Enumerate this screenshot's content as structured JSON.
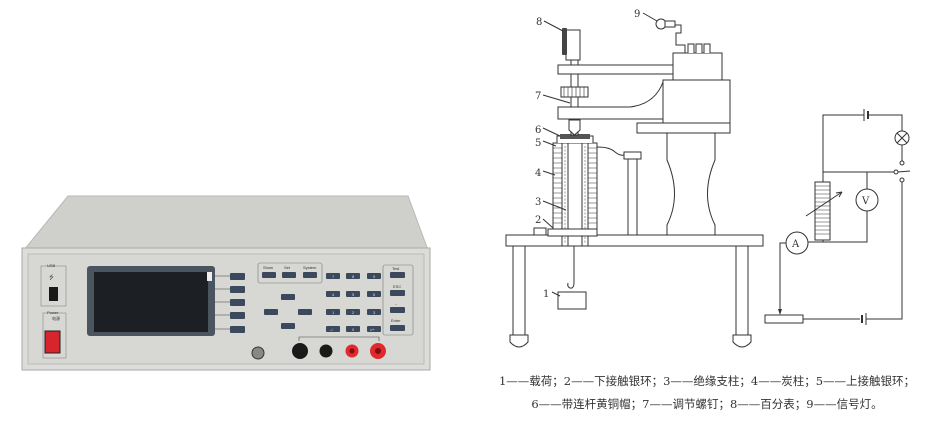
{
  "instrument_photo": {
    "usb_label": "USB",
    "power_label": "Power",
    "power_label_cn": "电源",
    "group_keys": [
      "Show",
      "Set",
      "System"
    ],
    "numeric_keys": [
      "7",
      "8",
      "9",
      "4",
      "5",
      "6",
      "1",
      "2",
      "3",
      "-/.",
      "0",
      "•/+"
    ],
    "side_keys": [
      "Test",
      "ESC",
      "←",
      "Enter"
    ],
    "colors": {
      "body": "#d9d9d6",
      "screen": "#1c1f24",
      "key": "#3a4a5c",
      "power_switch": "#d8242c",
      "terminal_red": "#e0282e",
      "terminal_black": "#1a1a1a"
    }
  },
  "diagram": {
    "part_numbers": [
      "1",
      "2",
      "3",
      "4",
      "5",
      "6",
      "7",
      "8",
      "9"
    ],
    "circuit_meters": {
      "ammeter": "A",
      "voltmeter": "V"
    },
    "caption_line1": "1——载荷；2——下接触银环；3——绝缘支柱；4——炭柱；5——上接触银环；",
    "caption_line2": "6——带连杆黄铜帽；7——调节螺钉；8——百分表；9——信号灯。"
  }
}
